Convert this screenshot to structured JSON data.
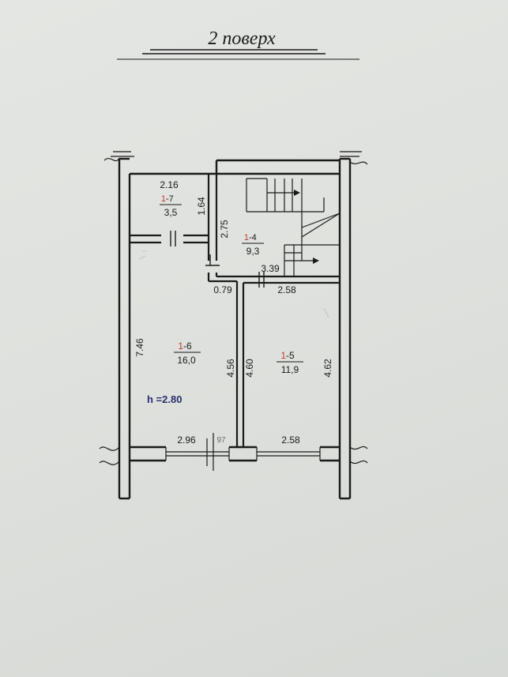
{
  "sheet": {
    "title": "2 поверх",
    "height_note": "h =2.80",
    "colors": {
      "paper": "#e2e4e1",
      "ink": "#1a1a1a",
      "room_code": "#c0392b",
      "handwriting": "#2a2f6e"
    }
  },
  "rooms": [
    {
      "id": "r17",
      "prefix": "1",
      "code": "-7",
      "area": "3,5"
    },
    {
      "id": "r14",
      "prefix": "1",
      "code": "-4",
      "area": "9,3"
    },
    {
      "id": "r16",
      "prefix": "1",
      "code": "-6",
      "area": "16,0"
    },
    {
      "id": "r15",
      "prefix": "1",
      "code": "-5",
      "area": "11,9"
    }
  ],
  "dimensions": {
    "d_216": "2.16",
    "d_164": "1.64",
    "d_275": "2.75",
    "d_339": "3.39",
    "d_079": "0.79",
    "d_258_top": "2.58",
    "d_746": "7.46",
    "d_456": "4.56",
    "d_460": "4.60",
    "d_462": "4.62",
    "d_296": "2.96",
    "d_097": "97",
    "d_258_bottom": "2.58"
  }
}
